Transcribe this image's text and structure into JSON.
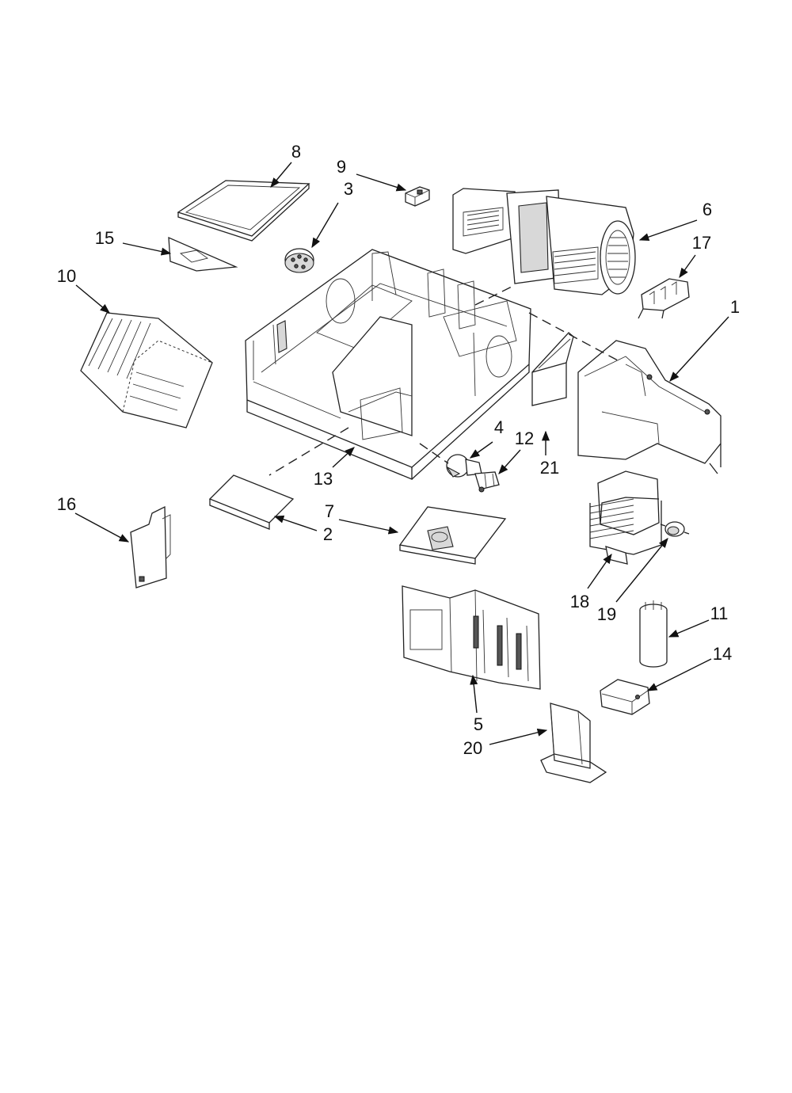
{
  "diagram": {
    "callouts": [
      {
        "id": "c8",
        "text": "8"
      },
      {
        "id": "c9",
        "text": "9"
      },
      {
        "id": "c3",
        "text": "3"
      },
      {
        "id": "c6",
        "text": "6"
      },
      {
        "id": "c15",
        "text": "15"
      },
      {
        "id": "c17",
        "text": "17"
      },
      {
        "id": "c10",
        "text": "10"
      },
      {
        "id": "c1",
        "text": "1"
      },
      {
        "id": "c4",
        "text": "4"
      },
      {
        "id": "c12",
        "text": "12"
      },
      {
        "id": "c21",
        "text": "21"
      },
      {
        "id": "c13",
        "text": "13"
      },
      {
        "id": "c16",
        "text": "16"
      },
      {
        "id": "c7",
        "text": "7"
      },
      {
        "id": "c2",
        "text": "2"
      },
      {
        "id": "c18",
        "text": "18"
      },
      {
        "id": "c19",
        "text": "19"
      },
      {
        "id": "c11",
        "text": "11"
      },
      {
        "id": "c14",
        "text": "14"
      },
      {
        "id": "c5",
        "text": "5"
      },
      {
        "id": "c20",
        "text": "20"
      }
    ]
  }
}
